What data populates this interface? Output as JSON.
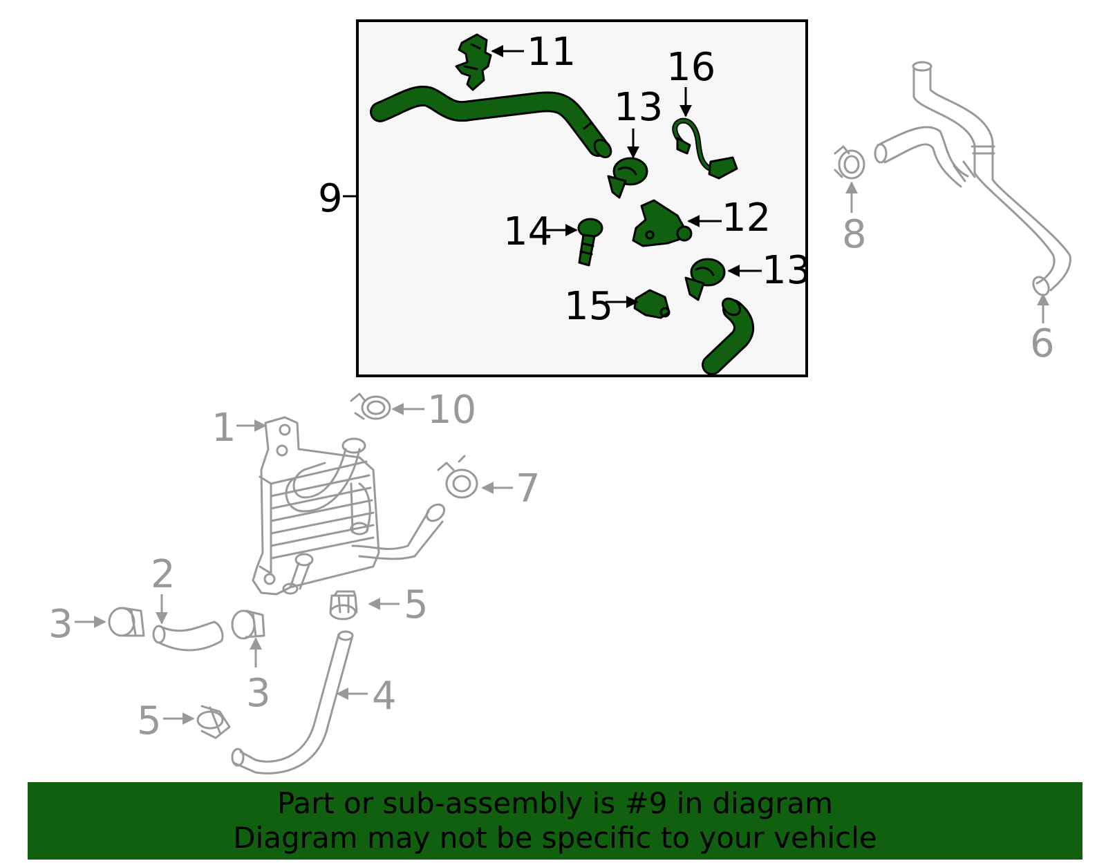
{
  "colors": {
    "highlight": "#106010",
    "part_outline": "#999999",
    "box_bg": "#f7f7f7",
    "banner_bg": "#106010"
  },
  "callouts": {
    "c1": "1",
    "c2": "2",
    "c3a": "3",
    "c3b": "3",
    "c4": "4",
    "c5a": "5",
    "c5b": "5",
    "c6": "6",
    "c7": "7",
    "c8": "8",
    "c9": "9",
    "c10": "10",
    "c11": "11",
    "c12": "12",
    "c13a": "13",
    "c13b": "13",
    "c14": "14",
    "c15": "15",
    "c16": "16"
  },
  "banner": {
    "line1": "Part or sub-assembly is #9 in diagram",
    "line2": "Diagram may not be specific to your vehicle"
  }
}
